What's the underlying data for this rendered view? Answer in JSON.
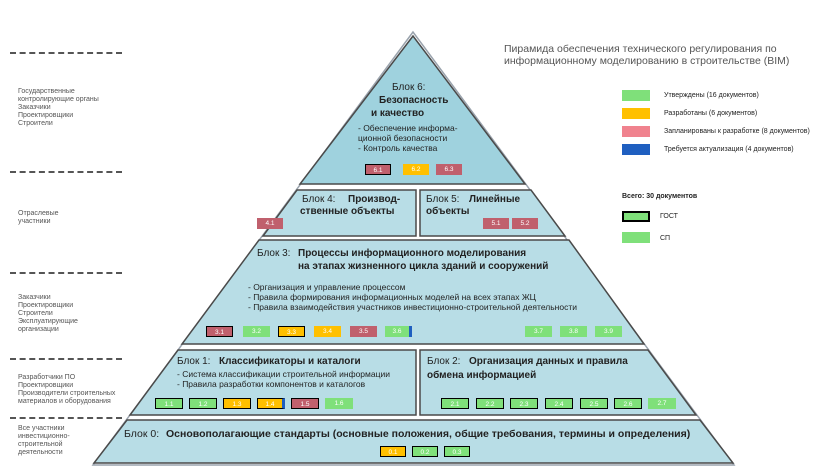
{
  "title": "Пирамида обеспечения технического регулирования по информационному моделированию в строительстве (BIM)",
  "colors": {
    "approved": "#7fe07a",
    "developed": "#ffc000",
    "planned": "#f0828e",
    "update": "#1f5fc0",
    "chip_planned": "#c0606d",
    "block_fill": "#b8dde6",
    "apex_fill": "#9fd2de"
  },
  "legend": {
    "items": [
      {
        "label": "Утверждены (16 документов)",
        "color": "#7fe07a"
      },
      {
        "label": "Разработаны (6 документов)",
        "color": "#ffc000"
      },
      {
        "label": "Запланированы к разработке (8 документов)",
        "color": "#f0828e"
      },
      {
        "label": "Требуется актуализация (4 документов)",
        "color": "#1f5fc0"
      }
    ],
    "total": "Всего: 30 документов",
    "gost": "ГОСТ",
    "sp": "СП"
  },
  "left_labels": [
    "Государственные\nконтролирующие органы\nЗаказчики\nПроектировщики\nСтроители",
    "Отраслевые\nучастники",
    "Заказчики\nПроектировщики\nСтроители\nЭксплуатирующие\nорганизации",
    "Разработчики ПО\nПроектировщики\nПроизводители строительных\nматериалов и оборудования",
    "Все участники\nинвестиционно-\nстроительной\nдеятельности"
  ],
  "blocks": {
    "b6": {
      "prefix": "Блок 6:",
      "name_line1": "Безопасность",
      "name_line2": "и качество",
      "bullets": "- Обеспечение  информа-\n ционной безопасности\n- Контроль качества"
    },
    "b4": {
      "prefix": "Блок 4:",
      "name_line1": "Производ-",
      "name_line2": "ственные объекты"
    },
    "b5": {
      "prefix": "Блок 5:",
      "name_line1": "Линейные",
      "name_line2": "объекты"
    },
    "b3": {
      "prefix": "Блок 3:",
      "name_line1": "Процессы информационного моделирования",
      "name_line2": "на этапах жизненного цикла зданий и сооружений",
      "bullets": "- Организация и управление процессом\n- Правила формирования информационных моделей на всех этапах ЖЦ\n- Правила взаимодействия участников инвестиционно-строительной деятельности"
    },
    "b1": {
      "prefix": "Блок 1:",
      "name": "Классификаторы и каталоги",
      "bullets": "- Система классификации строительной информации\n- Правила разработки компонентов и каталогов"
    },
    "b2": {
      "prefix": "Блок 2:",
      "name_line1": "Организация данных и правила",
      "name_line2": "обмена информацией"
    },
    "b0": {
      "prefix": "Блок 0:",
      "name": "Основополагающие стандарты (основные положения, общие требования, термины и определения)"
    }
  },
  "chips": {
    "b6": [
      {
        "label": "6.1",
        "status": "planned",
        "gost": true
      },
      {
        "label": "6.2",
        "status": "developed",
        "gost": false
      },
      {
        "label": "6.3",
        "status": "planned",
        "gost": false
      }
    ],
    "b4": [
      {
        "label": "4.1",
        "status": "planned",
        "gost": false
      }
    ],
    "b5": [
      {
        "label": "5.1",
        "status": "planned",
        "gost": false
      },
      {
        "label": "5.2",
        "status": "planned",
        "gost": false
      }
    ],
    "b3": [
      {
        "label": "3.1",
        "status": "planned",
        "gost": true
      },
      {
        "label": "3.2",
        "status": "approved",
        "gost": false
      },
      {
        "label": "3.3",
        "status": "developed",
        "gost": true
      },
      {
        "label": "3.4",
        "status": "developed",
        "gost": false
      },
      {
        "label": "3.5",
        "status": "planned",
        "gost": false
      },
      {
        "label": "3.6",
        "status": "approved",
        "gost": false,
        "update": true
      },
      {
        "label": "3.7",
        "status": "approved",
        "gost": false
      },
      {
        "label": "3.8",
        "status": "approved",
        "gost": false
      },
      {
        "label": "3.9",
        "status": "approved",
        "gost": false
      }
    ],
    "b1": [
      {
        "label": "1.1",
        "status": "approved",
        "gost": true
      },
      {
        "label": "1.2",
        "status": "approved",
        "gost": true
      },
      {
        "label": "1.3",
        "status": "developed",
        "gost": true
      },
      {
        "label": "1.4",
        "status": "developed",
        "gost": true,
        "update": true
      },
      {
        "label": "1.5",
        "status": "planned",
        "gost": true
      },
      {
        "label": "1.6",
        "status": "approved",
        "gost": false
      }
    ],
    "b2": [
      {
        "label": "2.1",
        "status": "approved",
        "gost": true
      },
      {
        "label": "2.2",
        "status": "approved",
        "gost": true
      },
      {
        "label": "2.3",
        "status": "approved",
        "gost": true
      },
      {
        "label": "2.4",
        "status": "approved",
        "gost": true
      },
      {
        "label": "2.5",
        "status": "approved",
        "gost": true
      },
      {
        "label": "2.6",
        "status": "approved",
        "gost": true
      },
      {
        "label": "2.7",
        "status": "approved",
        "gost": false
      }
    ],
    "b0": [
      {
        "label": "0.1",
        "status": "developed",
        "gost": true
      },
      {
        "label": "0.2",
        "status": "approved",
        "gost": true
      },
      {
        "label": "0.3",
        "status": "approved",
        "gost": true
      }
    ]
  }
}
